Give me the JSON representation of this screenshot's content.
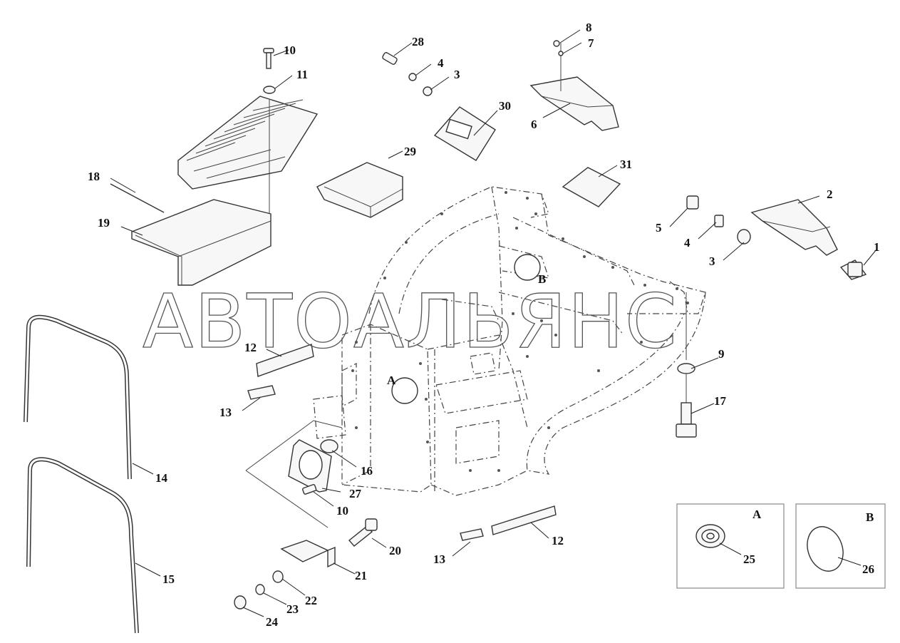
{
  "watermark": "АВТОАЛЬЯНС",
  "detail_views": [
    {
      "id": "A",
      "part": "25"
    },
    {
      "id": "B",
      "part": "26"
    }
  ],
  "callouts": [
    {
      "id": "c-10a",
      "text": "10"
    },
    {
      "id": "c-11",
      "text": "11"
    },
    {
      "id": "c-28",
      "text": "28"
    },
    {
      "id": "c-4a",
      "text": "4"
    },
    {
      "id": "c-3a",
      "text": "3"
    },
    {
      "id": "c-30",
      "text": "30"
    },
    {
      "id": "c-8",
      "text": "8"
    },
    {
      "id": "c-7",
      "text": "7"
    },
    {
      "id": "c-6",
      "text": "6"
    },
    {
      "id": "c-18",
      "text": "18"
    },
    {
      "id": "c-19",
      "text": "19"
    },
    {
      "id": "c-29",
      "text": "29"
    },
    {
      "id": "c-31",
      "text": "31"
    },
    {
      "id": "c-2",
      "text": "2"
    },
    {
      "id": "c-5",
      "text": "5"
    },
    {
      "id": "c-4b",
      "text": "4"
    },
    {
      "id": "c-3b",
      "text": "3"
    },
    {
      "id": "c-1",
      "text": "1"
    },
    {
      "id": "c-B",
      "text": "B"
    },
    {
      "id": "c-A",
      "text": "A"
    },
    {
      "id": "c-12a",
      "text": "12"
    },
    {
      "id": "c-13a",
      "text": "13"
    },
    {
      "id": "c-9",
      "text": "9"
    },
    {
      "id": "c-17",
      "text": "17"
    },
    {
      "id": "c-14",
      "text": "14"
    },
    {
      "id": "c-16",
      "text": "16"
    },
    {
      "id": "c-27",
      "text": "27"
    },
    {
      "id": "c-10b",
      "text": "10"
    },
    {
      "id": "c-15",
      "text": "15"
    },
    {
      "id": "c-20",
      "text": "20"
    },
    {
      "id": "c-21",
      "text": "21"
    },
    {
      "id": "c-22",
      "text": "22"
    },
    {
      "id": "c-23",
      "text": "23"
    },
    {
      "id": "c-24",
      "text": "24"
    },
    {
      "id": "c-13b",
      "text": "13"
    },
    {
      "id": "c-12b",
      "text": "12"
    }
  ]
}
